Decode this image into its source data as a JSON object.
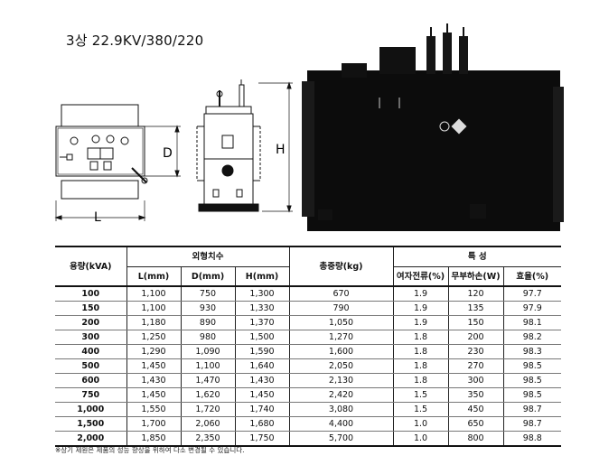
{
  "page_title": "3상 22.9KV/380/220",
  "drawing": {
    "dim_L": "L",
    "dim_D": "D",
    "dim_H": "H"
  },
  "table": {
    "group_dims": "외형치수",
    "group_char": "특 성",
    "headers": {
      "capacity": "용량(kVA)",
      "L": "L(mm)",
      "D": "D(mm)",
      "H": "H(mm)",
      "weight": "총중량(kg)",
      "excitation": "여자전류(%)",
      "noload": "무부하손(W)",
      "efficiency": "효율(%)"
    },
    "rows": [
      {
        "capacity": "100",
        "L": "1,100",
        "D": "750",
        "H": "1,300",
        "weight": "670",
        "excitation": "1.9",
        "noload": "120",
        "efficiency": "97.7"
      },
      {
        "capacity": "150",
        "L": "1,100",
        "D": "930",
        "H": "1,330",
        "weight": "790",
        "excitation": "1.9",
        "noload": "135",
        "efficiency": "97.9"
      },
      {
        "capacity": "200",
        "L": "1,180",
        "D": "890",
        "H": "1,370",
        "weight": "1,050",
        "excitation": "1.9",
        "noload": "150",
        "efficiency": "98.1"
      },
      {
        "capacity": "300",
        "L": "1,250",
        "D": "980",
        "H": "1,500",
        "weight": "1,270",
        "excitation": "1.8",
        "noload": "200",
        "efficiency": "98.2"
      },
      {
        "capacity": "400",
        "L": "1,290",
        "D": "1,090",
        "H": "1,590",
        "weight": "1,600",
        "excitation": "1.8",
        "noload": "230",
        "efficiency": "98.3"
      },
      {
        "capacity": "500",
        "L": "1,450",
        "D": "1,100",
        "H": "1,640",
        "weight": "2,050",
        "excitation": "1.8",
        "noload": "270",
        "efficiency": "98.5"
      },
      {
        "capacity": "600",
        "L": "1,430",
        "D": "1,470",
        "H": "1,430",
        "weight": "2,130",
        "excitation": "1.8",
        "noload": "300",
        "efficiency": "98.5"
      },
      {
        "capacity": "750",
        "L": "1,450",
        "D": "1,620",
        "H": "1,450",
        "weight": "2,420",
        "excitation": "1.5",
        "noload": "350",
        "efficiency": "98.5"
      },
      {
        "capacity": "1,000",
        "L": "1,550",
        "D": "1,720",
        "H": "1,740",
        "weight": "3,080",
        "excitation": "1.5",
        "noload": "450",
        "efficiency": "98.7"
      },
      {
        "capacity": "1,500",
        "L": "1,700",
        "D": "2,060",
        "H": "1,680",
        "weight": "4,400",
        "excitation": "1.0",
        "noload": "650",
        "efficiency": "98.7"
      },
      {
        "capacity": "2,000",
        "L": "1,850",
        "D": "2,350",
        "H": "1,750",
        "weight": "5,700",
        "excitation": "1.0",
        "noload": "800",
        "efficiency": "98.8"
      }
    ]
  },
  "footnote": "※상기 제원은 제품의 성능 향상을 위하여 다소 변경될 수 있습니다."
}
